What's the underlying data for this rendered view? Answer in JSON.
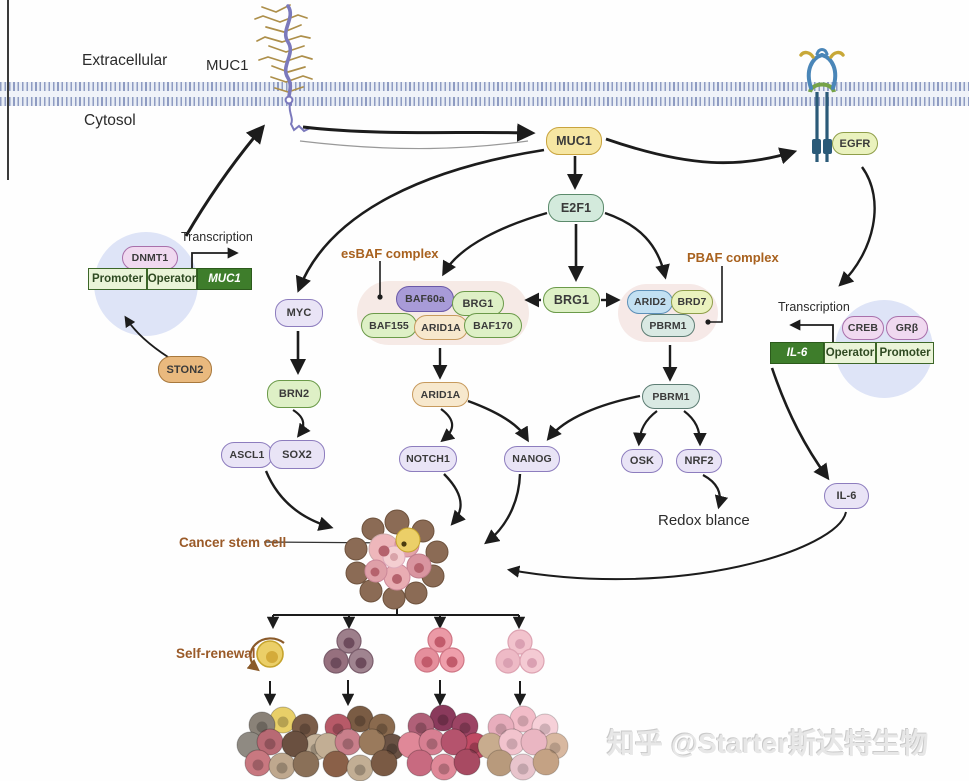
{
  "watermark": "知乎 @Starter斯达特生物",
  "membrane": {
    "extracellular": "Extracellular",
    "cytosol": "Cytosol",
    "muc1_glycoprotein": "MUC1"
  },
  "nodes": {
    "egfr": "EGFR",
    "muc1": "MUC1",
    "e2f1": "E2F1",
    "brg1_center": "BRG1",
    "myc": "MYC",
    "brn2": "BRN2",
    "ascl1": "ASCL1",
    "sox2": "SOX2",
    "arid1a": "ARID1A",
    "notch1": "NOTCH1",
    "nanog": "NANOG",
    "pbrm1": "PBRM1",
    "osk": "OSK",
    "nrf2": "NRF2",
    "il6": "IL-6",
    "ston2": "STON2",
    "dnmt1": "DNMT1",
    "creb": "CREB",
    "gr_beta": "GRβ"
  },
  "complexes": {
    "esbaf": {
      "label": "esBAF complex",
      "members": {
        "baf60a": "BAF60a",
        "brg1": "BRG1",
        "baf155": "BAF155",
        "arid1a": "ARID1A",
        "baf170": "BAF170"
      }
    },
    "pbaf": {
      "label": "PBAF complex",
      "members": {
        "arid2": "ARID2",
        "brd7": "BRD7",
        "pbrm1": "PBRM1"
      }
    }
  },
  "genes": {
    "muc1_gene": {
      "promoter": "Promoter",
      "operator": "Operator",
      "gene": "MUC1",
      "transcription": "Transcription"
    },
    "il6_gene": {
      "gene": "IL-6",
      "operator": "Operator",
      "promoter": "Promoter",
      "transcription": "Transcription"
    }
  },
  "annotations": {
    "redox_balance": "Redox blance",
    "cancer_stem_cell": "Cancer stem cell",
    "self_renewal": "Self-renewal"
  },
  "colors": {
    "arrow": "#1c1c1c",
    "label_brown": "#9a5a28",
    "complex_label_brown": "#a8611e",
    "gene_green": "#3e7d2b",
    "membrane_blue": "#e9eef6",
    "watermark": "#e7e7e7"
  }
}
